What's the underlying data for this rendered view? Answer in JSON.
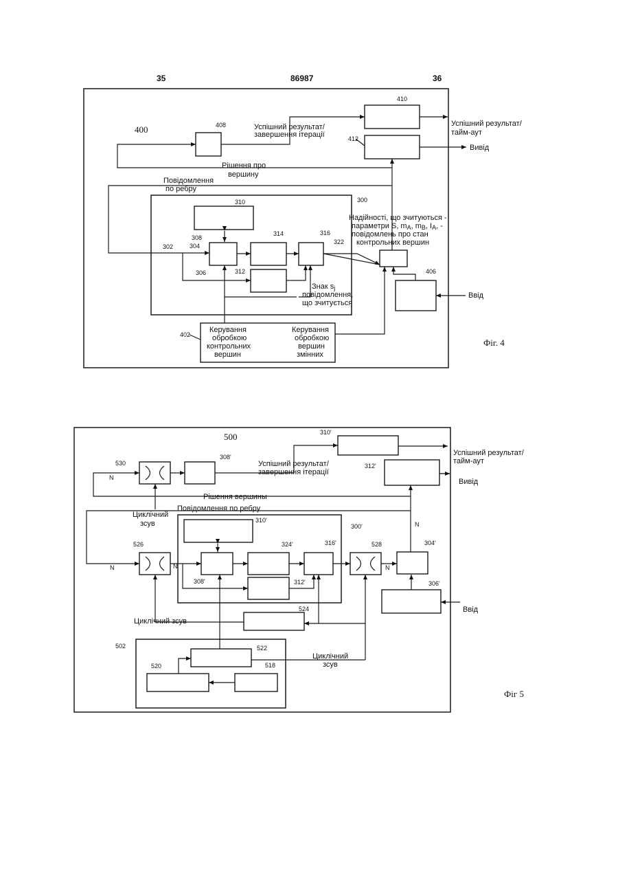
{
  "header": {
    "left": "35",
    "center": "86987",
    "right": "36"
  },
  "fig4": {
    "caption": "Фіг. 4",
    "labels": {
      "b400": "400",
      "b408": "408",
      "b410": "410",
      "b412": "412",
      "b300": "300",
      "b310": "310",
      "b308": "308",
      "b304": "304",
      "b302": "302",
      "b314": "314",
      "b316": "316",
      "b322": "322",
      "b306": "306",
      "b312": "312",
      "b406": "406",
      "b402": "402"
    },
    "text": {
      "success1": "Успішний результат/",
      "success2": "завершення ітерації",
      "out_success1": "Успішний результат/",
      "out_success2": "тайм-аут",
      "output": "Вивід",
      "decision1": "Рішення про",
      "decision2": "вершину",
      "edge_msg1": "Повідомлення",
      "edge_msg2": "по ребру",
      "rel1": "Надійності, що зчитуються -",
      "rel2": "параметри S, m",
      "rel2_sub1": "A",
      "rel2_mid": ", m",
      "rel2_sub2": "B",
      "rel2_mid2": ", I",
      "rel2_sub3": "A",
      "rel2_end": ", -",
      "rel3": "повідомлень про стан",
      "rel4": "контрольних вершин",
      "sign1": "Знак s",
      "sign1_sub": "j",
      "sign2": "повідомлення,",
      "sign3": "що зчитується",
      "input": "Ввід",
      "ctrl_check1": "Керування",
      "ctrl_check2": "обробкою",
      "ctrl_check3": "контрольних",
      "ctrl_check4": "вершин",
      "ctrl_var1": "Керування",
      "ctrl_var2": "обробкою",
      "ctrl_var3": "вершин",
      "ctrl_var4": "змінних"
    }
  },
  "fig5": {
    "caption": "Фіг 5",
    "labels": {
      "b500": "500",
      "b530": "530",
      "b308p": "308'",
      "b310p_top": "310'",
      "b312p_top": "312'",
      "b526": "526",
      "b310p": "310'",
      "b300p": "300'",
      "b324p": "324'",
      "b316p": "316'",
      "b528": "528",
      "b304p": "304'",
      "b308p_in": "308'",
      "b312p": "312'",
      "b306p": "306'",
      "b524": "524",
      "b502": "502",
      "b522": "522",
      "b520": "520",
      "b518": "518",
      "n1": "N",
      "n2": "N",
      "n3": "N",
      "n4": "N",
      "n5": "N"
    },
    "text": {
      "success1": "Успішний результат/",
      "success2": "завершення ітерації",
      "out_success1": "Успішний результат/",
      "out_success2": "тайм-аут",
      "output": "Вивід",
      "decision": "Рішення вершины",
      "edge_msg": "Повідомлення по ребру",
      "cyc1a": "Циклічний",
      "cyc1b": "зсув",
      "cyc2": "Циклічний зсув",
      "cyc3a": "Циклічний",
      "cyc3b": "зсув",
      "input": "Ввід"
    }
  }
}
